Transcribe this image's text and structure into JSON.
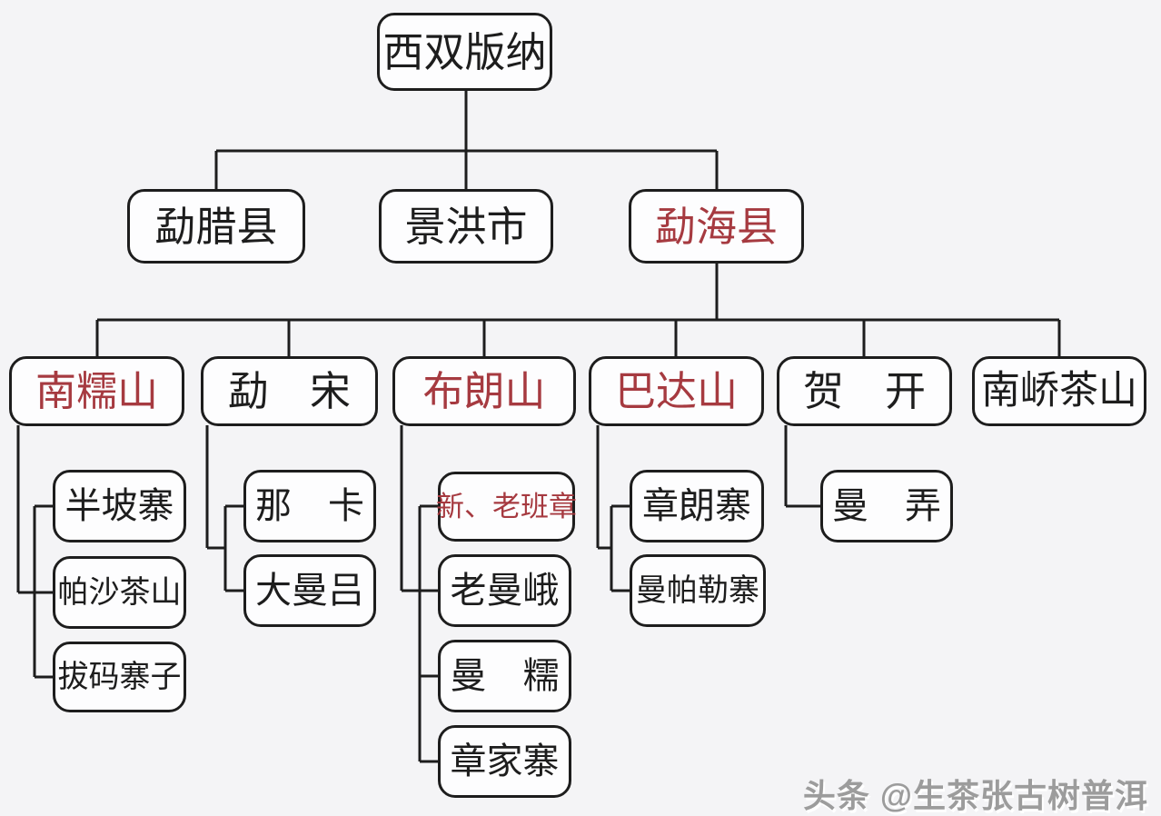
{
  "palette": {
    "background": "#f4f4f6",
    "box_fill": "#fdfdfe",
    "line": "#1d1d1d",
    "black": "#1d1d1d",
    "red": "#a63a40",
    "watermark_gray": "#9c9c9c"
  },
  "nodes": {
    "xishuangbanna": {
      "label": "西双版纳",
      "color": "black"
    },
    "mengla": {
      "label": "勐腊县",
      "color": "black"
    },
    "jinghong": {
      "label": "景洪市",
      "color": "black"
    },
    "menghai": {
      "label": "勐海县",
      "color": "red"
    },
    "nannuoshan": {
      "label": "南糯山",
      "color": "red"
    },
    "mengsong": {
      "label": "勐　宋",
      "color": "black"
    },
    "bulangshan": {
      "label": "布朗山",
      "color": "red"
    },
    "badashan": {
      "label": "巴达山",
      "color": "red"
    },
    "hekai": {
      "label": "贺　开",
      "color": "black"
    },
    "nanjiaochashan": {
      "label": "南峤茶山",
      "color": "black"
    },
    "banpozhai": {
      "label": "半坡寨",
      "color": "black"
    },
    "pashachashan": {
      "label": "帕沙茶山",
      "color": "black"
    },
    "bamazhaizi": {
      "label": "拔码寨子",
      "color": "black"
    },
    "naka": {
      "label": "那　卡",
      "color": "black"
    },
    "damanlv": {
      "label": "大曼吕",
      "color": "black"
    },
    "xinlaobanzhang": {
      "label": "新、老班章",
      "color": "red"
    },
    "laomane": {
      "label": "老曼峨",
      "color": "black"
    },
    "mannuo": {
      "label": "曼　糯",
      "color": "black"
    },
    "zhangjiazhai": {
      "label": "章家寨",
      "color": "black"
    },
    "zhanglangzhai": {
      "label": "章朗寨",
      "color": "black"
    },
    "manpalezhai": {
      "label": "曼帕勒寨",
      "color": "black"
    },
    "mannong": {
      "label": "曼　弄",
      "color": "black"
    }
  },
  "edges": [
    [
      "xishuangbanna",
      "mengla"
    ],
    [
      "xishuangbanna",
      "jinghong"
    ],
    [
      "xishuangbanna",
      "menghai"
    ],
    [
      "menghai",
      "nannuoshan"
    ],
    [
      "menghai",
      "mengsong"
    ],
    [
      "menghai",
      "bulangshan"
    ],
    [
      "menghai",
      "badashan"
    ],
    [
      "menghai",
      "hekai"
    ],
    [
      "menghai",
      "nanjiaochashan"
    ],
    [
      "nannuoshan",
      "banpozhai"
    ],
    [
      "nannuoshan",
      "pashachashan"
    ],
    [
      "nannuoshan",
      "bamazhaizi"
    ],
    [
      "mengsong",
      "naka"
    ],
    [
      "mengsong",
      "damanlv"
    ],
    [
      "bulangshan",
      "xinlaobanzhang"
    ],
    [
      "bulangshan",
      "laomane"
    ],
    [
      "bulangshan",
      "mannuo"
    ],
    [
      "bulangshan",
      "zhangjiazhai"
    ],
    [
      "badashan",
      "zhanglangzhai"
    ],
    [
      "badashan",
      "manpalezhai"
    ],
    [
      "hekai",
      "mannong"
    ]
  ],
  "watermark": {
    "text": "头条 @生茶张古树普洱"
  }
}
